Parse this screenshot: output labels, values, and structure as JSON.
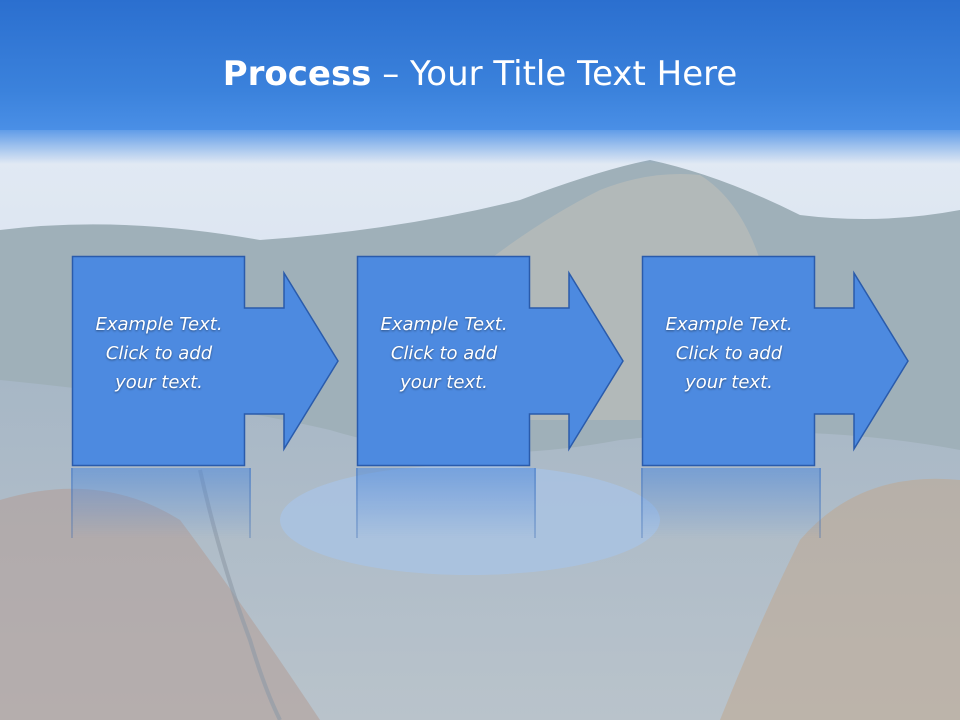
{
  "slide": {
    "title_bold": "Process",
    "title_rest": " – Your Title Text Here",
    "steps": [
      {
        "text": "Example Text.\nClick  to add\nyour text."
      },
      {
        "text": "Example Text.\nClick  to add\nyour text."
      },
      {
        "text": "Example Text.\nClick  to add\nyour text."
      }
    ]
  },
  "colors": {
    "title_band": "#2f74d4",
    "step_fill": "#4d8ae0",
    "step_border": "#2a5bab",
    "text": "#ffffff"
  },
  "icons": [
    "right-arrow-icon"
  ]
}
